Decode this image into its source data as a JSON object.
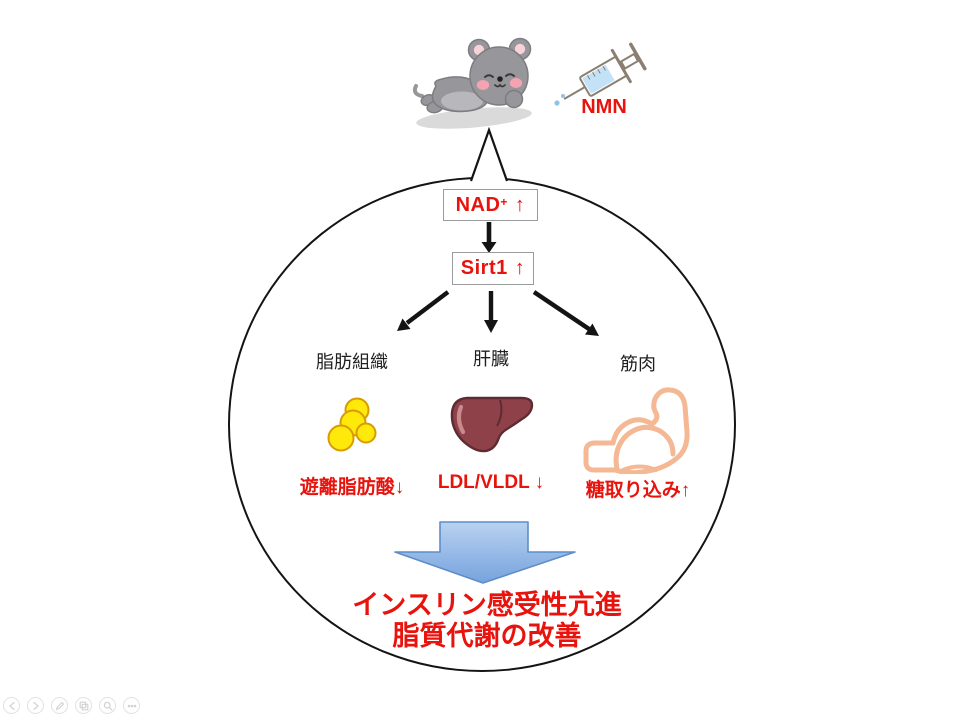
{
  "colors": {
    "accent_red": "#e8130d",
    "outline_black": "#141414",
    "box_border_grey": "#9b9b9b",
    "blue_arrow_light": "#b9d2f0",
    "blue_arrow_dark": "#76a3de",
    "blue_arrow_border": "#5e8dc8",
    "mouse_grey": "#97969a",
    "fat_yellow": "#ffe90a",
    "liver_maroon": "#8e4149",
    "muscle_peach": "#f4b894"
  },
  "scene": {
    "mouse_icon": "sleeping-mouse",
    "syringe_icon": "syringe",
    "injection_label": "NMN"
  },
  "pathway": {
    "nad": {
      "name": "NAD",
      "superscript": "+",
      "arrow": "↑"
    },
    "sirt": {
      "name": "Sirt1",
      "arrow": "↑"
    }
  },
  "branches": [
    {
      "organ": "脂肪組織",
      "icon": "fat-cells-icon",
      "effect": "遊離脂肪酸↓"
    },
    {
      "organ": "肝臓",
      "icon": "liver-icon",
      "effect": "LDL/VLDL ↓"
    },
    {
      "organ": "筋肉",
      "icon": "muscle-icon",
      "effect": "糖取り込み↑"
    }
  ],
  "outcome": {
    "line1": "インスリン感受性亢進",
    "line2": "脂質代謝の改善"
  },
  "presenter_toolbar": {
    "buttons": [
      {
        "name": "previous-slide"
      },
      {
        "name": "next-slide"
      },
      {
        "name": "pen"
      },
      {
        "name": "see-all-slides"
      },
      {
        "name": "zoom-slide"
      },
      {
        "name": "more-options"
      }
    ]
  }
}
